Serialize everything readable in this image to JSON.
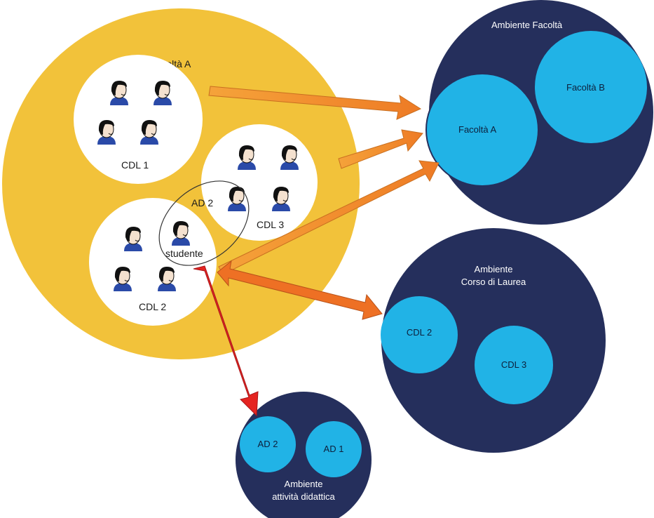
{
  "faculty_a": {
    "title": "Facoltà A",
    "cdl1_label": "CDL 1",
    "cdl2_label": "CDL 2",
    "cdl3_label": "CDL 3",
    "ad2_label": "AD 2",
    "student_label": "studente"
  },
  "env_faculty": {
    "title": "Ambiente Facoltà",
    "facolta_a": "Facoltà A",
    "facolta_b": "Facoltà B"
  },
  "env_course": {
    "title_line1": "Ambiente",
    "title_line2": "Corso di Laurea",
    "cdl2": "CDL 2",
    "cdl3": "CDL 3"
  },
  "env_activity": {
    "title_line1": "Ambiente",
    "title_line2": "attività didattica",
    "ad2": "AD 2",
    "ad1": "AD 1"
  },
  "colors": {
    "faculty_fill": "#f2c23a",
    "env_fill": "#252f5c",
    "inner_fill": "#21b3e6",
    "orange_arrow": "#f08a2c",
    "red_arrow": "#e52421",
    "person_icon": "person-icon"
  }
}
